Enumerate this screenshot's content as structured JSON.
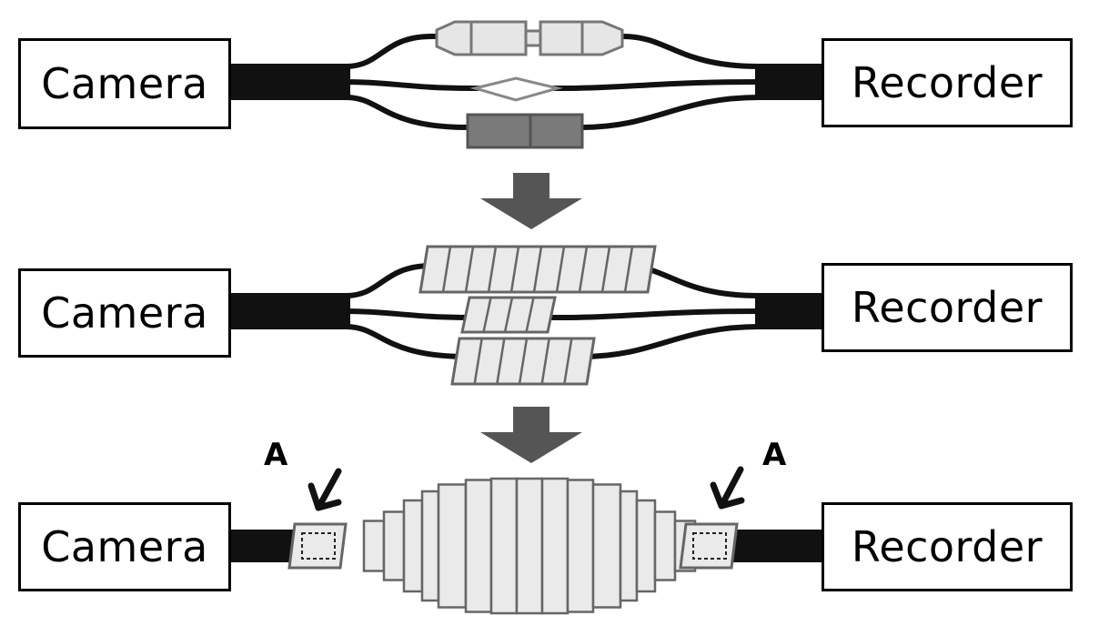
{
  "labels": {
    "source": "Camera",
    "destination": "Recorder",
    "marker": "A"
  },
  "colors": {
    "cable": "#111111",
    "connector_light": "#e6e6e6",
    "connector_dark": "#7a7a7a",
    "tape": "#eaeaea",
    "tape_outline": "#666666",
    "arrow": "#555555"
  },
  "steps": [
    {
      "name": "connect-wires"
    },
    {
      "name": "wrap-each-connection"
    },
    {
      "name": "wrap-all-together"
    }
  ]
}
